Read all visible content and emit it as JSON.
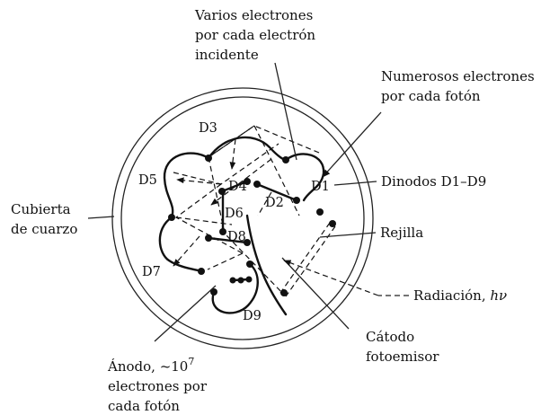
{
  "title": "",
  "labels": {
    "varios": [
      "Varios electrones",
      "por cada electrón",
      "incidente"
    ],
    "numerosos": [
      "Numerosos electrones",
      "por cada fotón"
    ],
    "dinodos": "Dinodos D1–D9",
    "rejilla": "Rejilla",
    "radiacion_prefix": "Radiación, ",
    "radiacion_symbol": "hν",
    "catodo": [
      "Cátodo",
      "fotoemisor"
    ],
    "anodo_prefix": "Ánodo, ~10",
    "anodo_exp": "7",
    "anodo_rest": [
      "electrones por",
      "cada fotón"
    ],
    "cubierta": [
      "Cubierta",
      "de cuarzo"
    ]
  },
  "dynodes": [
    "D1",
    "D2",
    "D3",
    "D4",
    "D5",
    "D6",
    "D7",
    "D8",
    "D9"
  ]
}
